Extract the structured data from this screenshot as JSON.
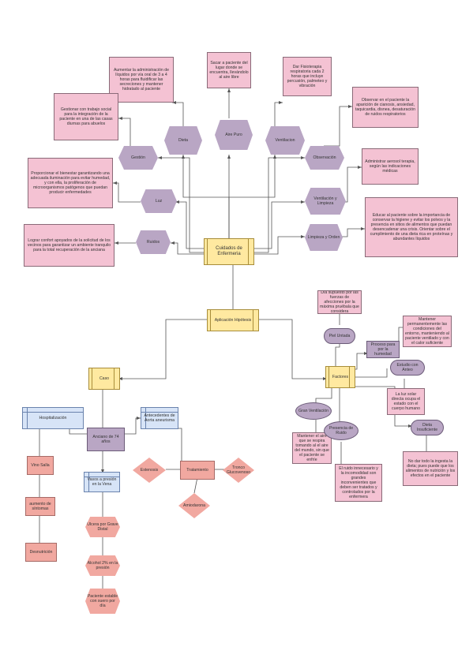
{
  "nodes": {
    "center": "Cuidados de Enfermeria",
    "dieta": "Dieta",
    "aire": "Aire Puro",
    "ventilacion": "Ventilacion",
    "gestion": "Gestión",
    "observacion": "Observación",
    "luz": "Luz",
    "ventilacion_limpieza": "Ventilación y Limpieza",
    "ruidos": "Ruidos",
    "limpieza_orden": "Limpieza y Orden",
    "aplicacion": "Aplicación Hipótesis",
    "caso": "Caso",
    "factores": "Factores",
    "hospitalizacion": "Hospitalización",
    "vino_sala": "Vino Salla",
    "aumento": "aumento de síntomas",
    "desnutricion": "Desnutrición",
    "anciano": "Anciano de 74 años",
    "antecedentes": "Antecedentes de Aorta aneurisma",
    "vasos": "Vasos a presión en la Vena",
    "ulcera": "Ulcera por Grave Distal",
    "alcohol": "Alcohol 2% en la presión",
    "paciente_estable": "Paciente estable con suero por día",
    "tratamiento": "Tratamiento",
    "estenosis": "Estenosis",
    "tronco": "Tronco Glucovenoso",
    "amiodarona": "Amiodarona",
    "piel_untada": "Piel Untada",
    "dia_supuesto": "Día supuesto por las fuerzas de afecciones por la máxima pruébala que considera",
    "proceso_humedad": "Proceso para por la humedad",
    "mantener": "Mantener permanentemente las condiciones del entorno, manteniendo al paciente ventilado y con el calor suficiente",
    "estudio_anteo": "Estudio con Anteo",
    "ancho_llanto": "La luz solar directa ocupa el estado con el cuerpo humano",
    "gran_ventilacion": "Gran Ventilación",
    "mantener_aire": "Mantener el aire que se respira tomando al el aire del mundo, sin que el paciente se enfríe",
    "presencia_ruido": "Presencia de Ruido",
    "ruido_innecesario": "El ruido innecesario y la incomodidad son grandes inconvenientes que deben ser tratados y controlados por la enfermera",
    "dieta_insuficiente": "Dieta Insuficiente",
    "no_dar_todo": "No dar todo la ingesta la dieta; pues puede que los alimentos de nutrición y los efectos en el paciente"
  },
  "notes": {
    "aumentar": "Aumentar la administración de líquidos por vía oral de 3 a 4 horas para fluidificar las secreciones y mantener hidratado al paciente",
    "sacar": "Sacar a paciente del lugar donde se encuentra, llevándolo al aire libre",
    "fisioterapia": "Dar Fisioterapia respiratoria cada 2 horas que incluye percusión, palmeteo y vibración",
    "gestionar": "Gestionar con trabajo social para la integración de la paciente en una de las casas diurnas para abuelos",
    "observar": "Observar en el paciente la aparición de cianosis, ansiedad, taquicardia, disnea, desaturación de ruidos respiratorios",
    "proporcionar": "Proporcionar el bienestar garantizando una adecuada iluminación para evitar humedad, y con ella, la proliferación de microorganismos patógenos que puedan producir enfermedades",
    "administrar": "Administrar aerosol terapia, según las indicaciones médicas",
    "lograr": "Lograr confort apoyados de la solicitud de los vecinos para garantizar un ambiente tranquilo para la total recuperación de la anciana",
    "educar": "Educar al paciente sobre la importancia de conservar la higiene y evitar los polvos y la presencia en sitios de alimentos que puedan desencadenar una crisis. Orientar sobre el cumplimiento de una dieta rica en proteínas y abundantes líquidos"
  }
}
